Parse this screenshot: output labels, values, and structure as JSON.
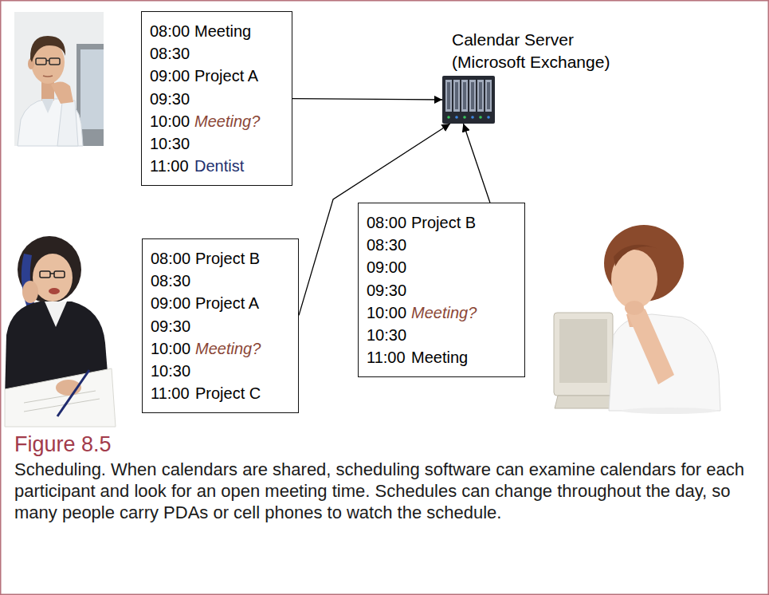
{
  "diagram": {
    "title": "Figure 8.5",
    "caption": "Scheduling. When calendars are shared, scheduling software can examine calendars for each participant and look for an open meeting time. Schedules can change throughout the day, so many people carry PDAs or cell phones to watch the schedule.",
    "nodes": [
      {
        "text": [
          "08:00",
          "Meeting",
          "08:30",
          "09:00",
          "Project A",
          "09:30",
          "10:00",
          "Meeting?",
          "10:30",
          "11:00",
          "Dentist"
        ]
      },
      {
        "text": [
          "Calendar Server (Microsoft Exchange)"
        ]
      },
      {
        "text": [
          "08:00",
          "Project B",
          "08:30",
          "09:00",
          "Project A",
          "09:30",
          "10:00",
          "Meeting?",
          "10:30",
          "11:00",
          "Project C"
        ]
      },
      {
        "text": [
          "08:00",
          "Project B",
          "08:30",
          "09:00",
          "09:30",
          "10:00",
          "Meeting?",
          "10:30",
          "11:00",
          "Meeting"
        ]
      }
    ],
    "edges": [
      {
        "from": 0,
        "to": 1,
        "arrow": "to"
      },
      {
        "from": 2,
        "to": 1,
        "arrow": "to"
      },
      {
        "from": 3,
        "to": 1,
        "arrow": "to"
      }
    ]
  }
}
